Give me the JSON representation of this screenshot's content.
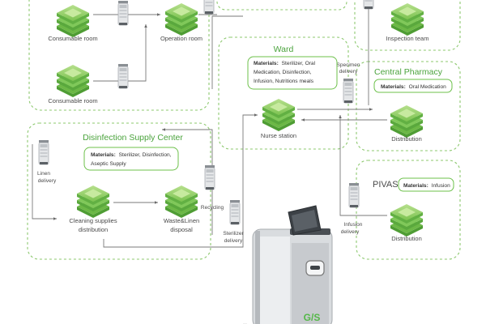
{
  "colors": {
    "accent_green": "#6cc04a",
    "dash_green": "#8cc86e",
    "text_gray": "#4a4a4a",
    "arrow_gray": "#7a7a7a",
    "robot_body": "#d9dcdf",
    "logo_green": "#54b848"
  },
  "icons": {
    "facility": "stacked-green-layers-icon",
    "robot": "delivery-robot-icon"
  },
  "nodes": {
    "consumable_room_top": "Consumable room",
    "operation_room": "Operation room",
    "consumable_room_bottom": "Consumable room",
    "inspection_team": "Inspection team",
    "nurse_station": "Nurse station",
    "distribution_pharmacy": "Distribution",
    "cleaning_line1": "Cleaning supplies",
    "cleaning_line2": "distribution",
    "waste_line1": "Waste&Linen",
    "waste_line2": "disposal",
    "distribution_pivas": "Distribution"
  },
  "zones": {
    "ward": {
      "title": "Ward",
      "materials_label": "Materials:",
      "lines": [
        "Sterilizer, Oral",
        "Medication, Disinfection,",
        "Infusion, Nutritions meals"
      ]
    },
    "central_pharmacy": {
      "title": "Central Pharmacy",
      "materials_label": "Materials:",
      "text": "Oral Medication"
    },
    "dsc": {
      "title": "Disinfection Supply Center",
      "materials_label": "Materials:",
      "line1": "Sterilizer, Disinfection,",
      "line2": "Aseptic Supply"
    },
    "pivas": {
      "title": "PIVAS",
      "materials_label": "Materials:",
      "text": "Infusion"
    }
  },
  "flows": {
    "specimen1": "Specimen",
    "specimen2": "delivery",
    "linen1": "Linen",
    "linen2": "delivery",
    "recycling": "Recycling",
    "sterilizer1": "Sterilizer",
    "sterilizer2": "delivery",
    "infusion1": "Infusion",
    "infusion2": "delivery"
  },
  "robot_logo": "G/S"
}
